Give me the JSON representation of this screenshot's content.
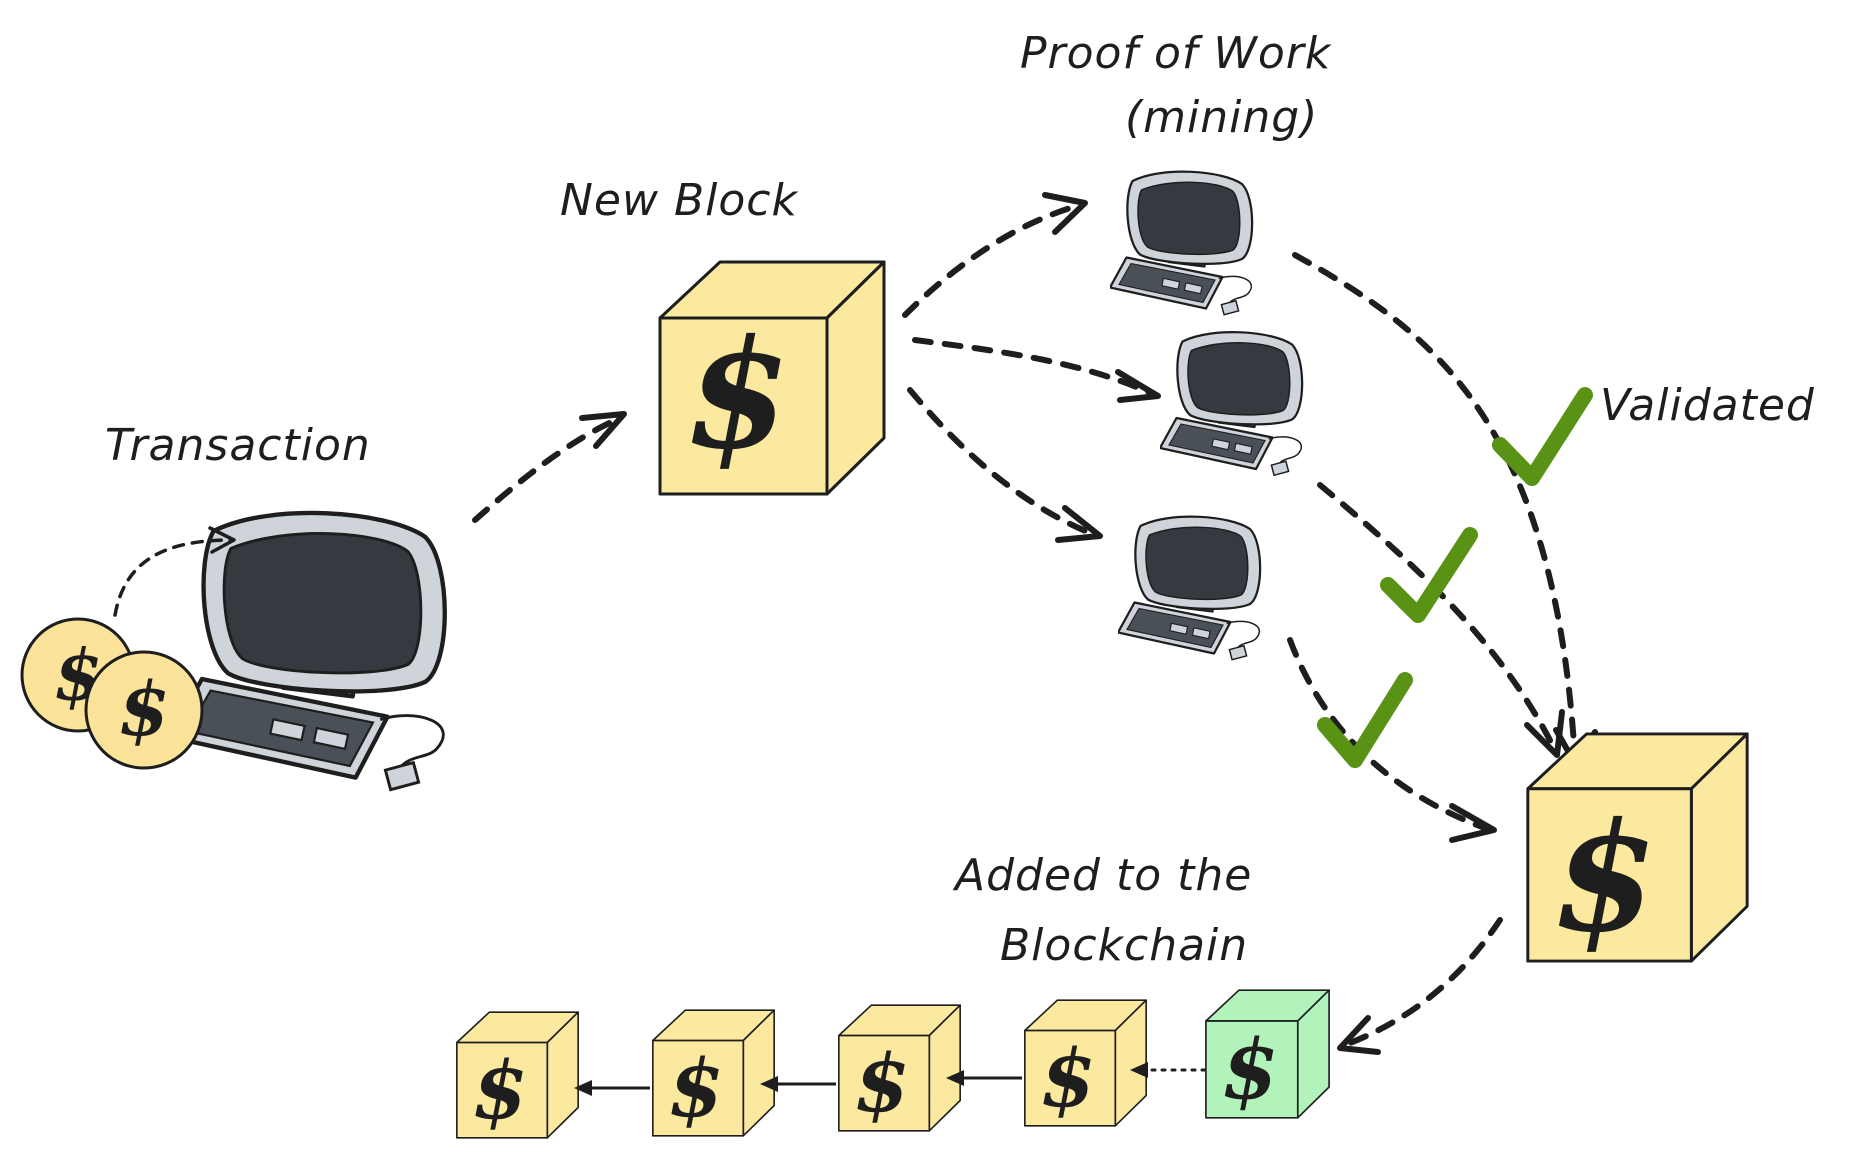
{
  "labels": {
    "transaction": "Transaction",
    "new_block": "New Block",
    "proof_of_work_line1": "Proof of Work",
    "proof_of_work_line2": "(mining)",
    "validated": "Validated",
    "added_line1": "Added to the",
    "added_line2": "Blockchain"
  },
  "symbol": "$",
  "colors": {
    "block_yellow": "#fbe9a0",
    "block_green": "#b2f2bb",
    "coin_yellow": "#fbe39a",
    "screen_dark": "#343a40",
    "computer_gray": "#ced4da",
    "check_green": "#5a9216",
    "ink": "#1e1e1e"
  },
  "icons": [
    "computer-icon",
    "coin-icon",
    "block-cube-icon",
    "checkmark-icon",
    "arrow"
  ]
}
